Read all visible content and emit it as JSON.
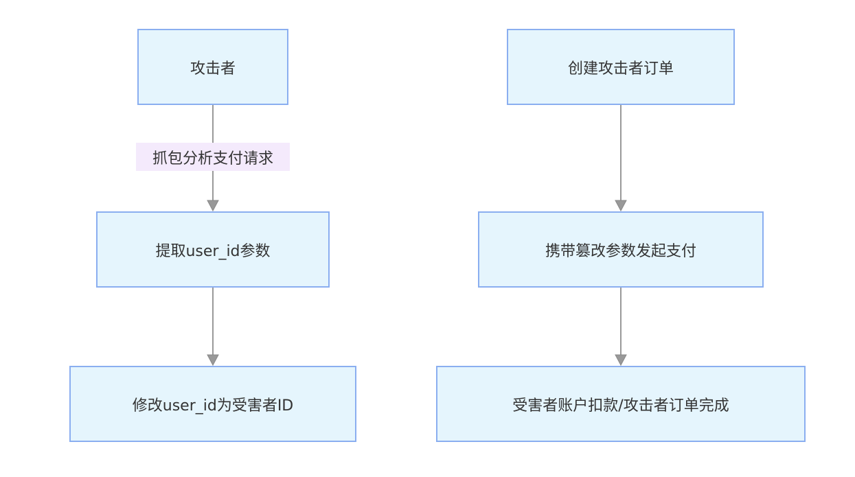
{
  "diagram": {
    "nodes": {
      "n1": "攻击者",
      "n2": "提取user_id参数",
      "n3": "修改user_id为受害者ID",
      "n4": "创建攻击者订单",
      "n5": "携带篡改参数发起支付",
      "n6": "受害者账户扣款/攻击者订单完成"
    },
    "edges": [
      {
        "from": "n1",
        "to": "n2",
        "label": "抓包分析支付请求"
      },
      {
        "from": "n2",
        "to": "n3",
        "label": ""
      },
      {
        "from": "n4",
        "to": "n5",
        "label": ""
      },
      {
        "from": "n5",
        "to": "n6",
        "label": ""
      }
    ],
    "colors": {
      "node_fill": "#e5f5fd",
      "node_border": "#8aaef0",
      "edge_stroke": "#999999",
      "edge_label_bg": "#f4eafc",
      "text": "#333333"
    }
  }
}
